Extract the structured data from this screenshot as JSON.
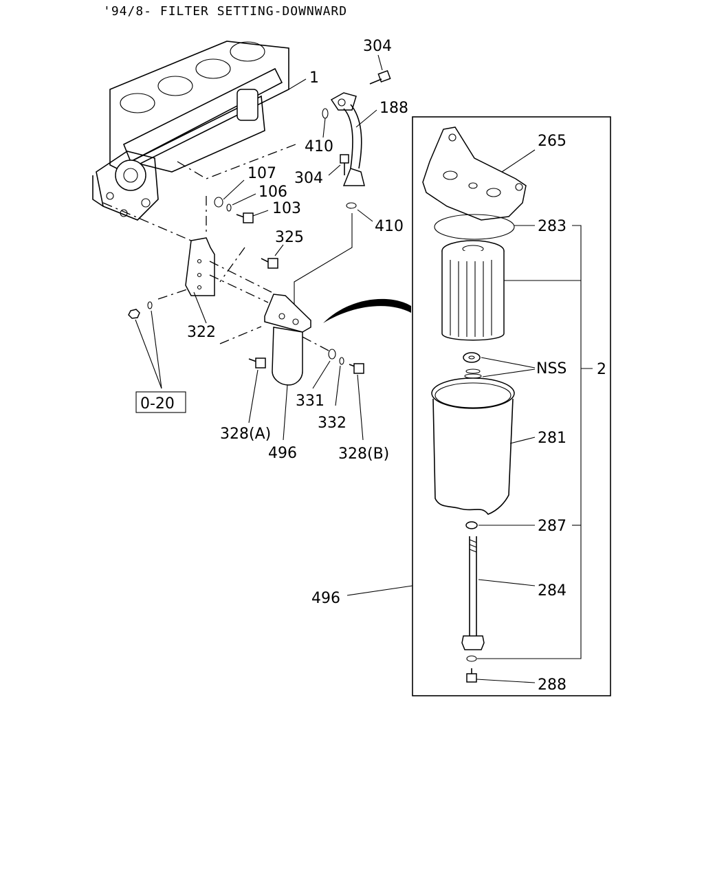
{
  "title": "'94/8- FILTER SETTING-DOWNWARD",
  "callouts": {
    "c_1": "1",
    "c_304_top": "304",
    "c_188": "188",
    "c_410_a": "410",
    "c_304_mid": "304",
    "c_410_b": "410",
    "c_107": "107",
    "c_106": "106",
    "c_103": "103",
    "c_325": "325",
    "c_322": "322",
    "c_0_20": "0-20",
    "c_328a": "328(A)",
    "c_496_left": "496",
    "c_331": "331",
    "c_332": "332",
    "c_328b": "328(B)",
    "c_265": "265",
    "c_283": "283",
    "c_nss": "NSS",
    "c_2": "2",
    "c_281": "281",
    "c_287": "287",
    "c_284": "284",
    "c_496_right": "496",
    "c_288": "288"
  }
}
